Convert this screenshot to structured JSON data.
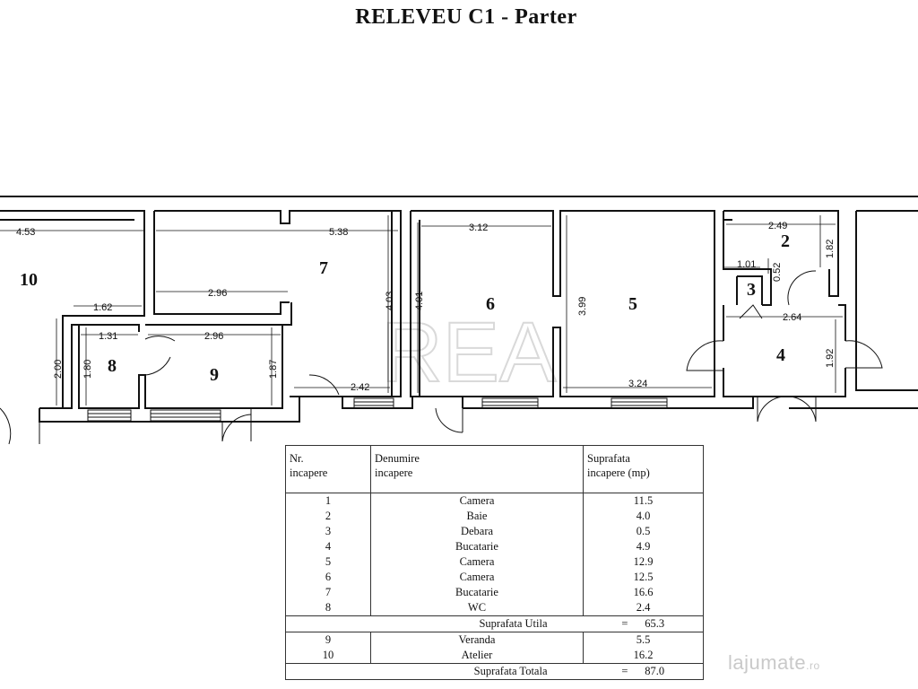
{
  "title": "RELEVEU  C1 - Parter",
  "plan": {
    "rooms": [
      "10",
      "7",
      "6",
      "5",
      "2",
      "3",
      "8",
      "9",
      "4"
    ],
    "dimensions": [
      "4.53",
      "5.38",
      "3.12",
      "2.49",
      "1.62",
      "2.96",
      "1.31",
      "2.96",
      "2.00",
      "1.80",
      "1.87",
      "4.03",
      "2.42",
      "4.01",
      "3.99",
      "3.24",
      "1.01",
      "0.52",
      "1.82",
      "2.64",
      "1.92"
    ],
    "watermark": "REA"
  },
  "table": {
    "headers": {
      "nr": [
        "Nr.",
        "incapere"
      ],
      "name": [
        "Denumire",
        "incapere"
      ],
      "area": [
        "Suprafata",
        "incapere (mp)"
      ]
    },
    "rows": [
      {
        "nr": "1",
        "name": "Camera",
        "area": "11.5"
      },
      {
        "nr": "2",
        "name": "Baie",
        "area": "4.0"
      },
      {
        "nr": "3",
        "name": "Debara",
        "area": "0.5"
      },
      {
        "nr": "4",
        "name": "Bucatarie",
        "area": "4.9"
      },
      {
        "nr": "5",
        "name": "Camera",
        "area": "12.9"
      },
      {
        "nr": "6",
        "name": "Camera",
        "area": "12.5"
      },
      {
        "nr": "7",
        "name": "Bucatarie",
        "area": "16.6"
      },
      {
        "nr": "8",
        "name": "WC",
        "area": "2.4"
      }
    ],
    "useful": {
      "label": "Suprafata Utila",
      "eq": "=",
      "value": "65.3"
    },
    "extra_rows": [
      {
        "nr": "9",
        "name": "Veranda",
        "area": "5.5"
      },
      {
        "nr": "10",
        "name": "Atelier",
        "area": "16.2"
      }
    ],
    "total": {
      "label": "Suprafata Totala",
      "eq": "=",
      "value": "87.0"
    }
  },
  "brand": {
    "name": "lajumate",
    "tld": ".ro"
  }
}
